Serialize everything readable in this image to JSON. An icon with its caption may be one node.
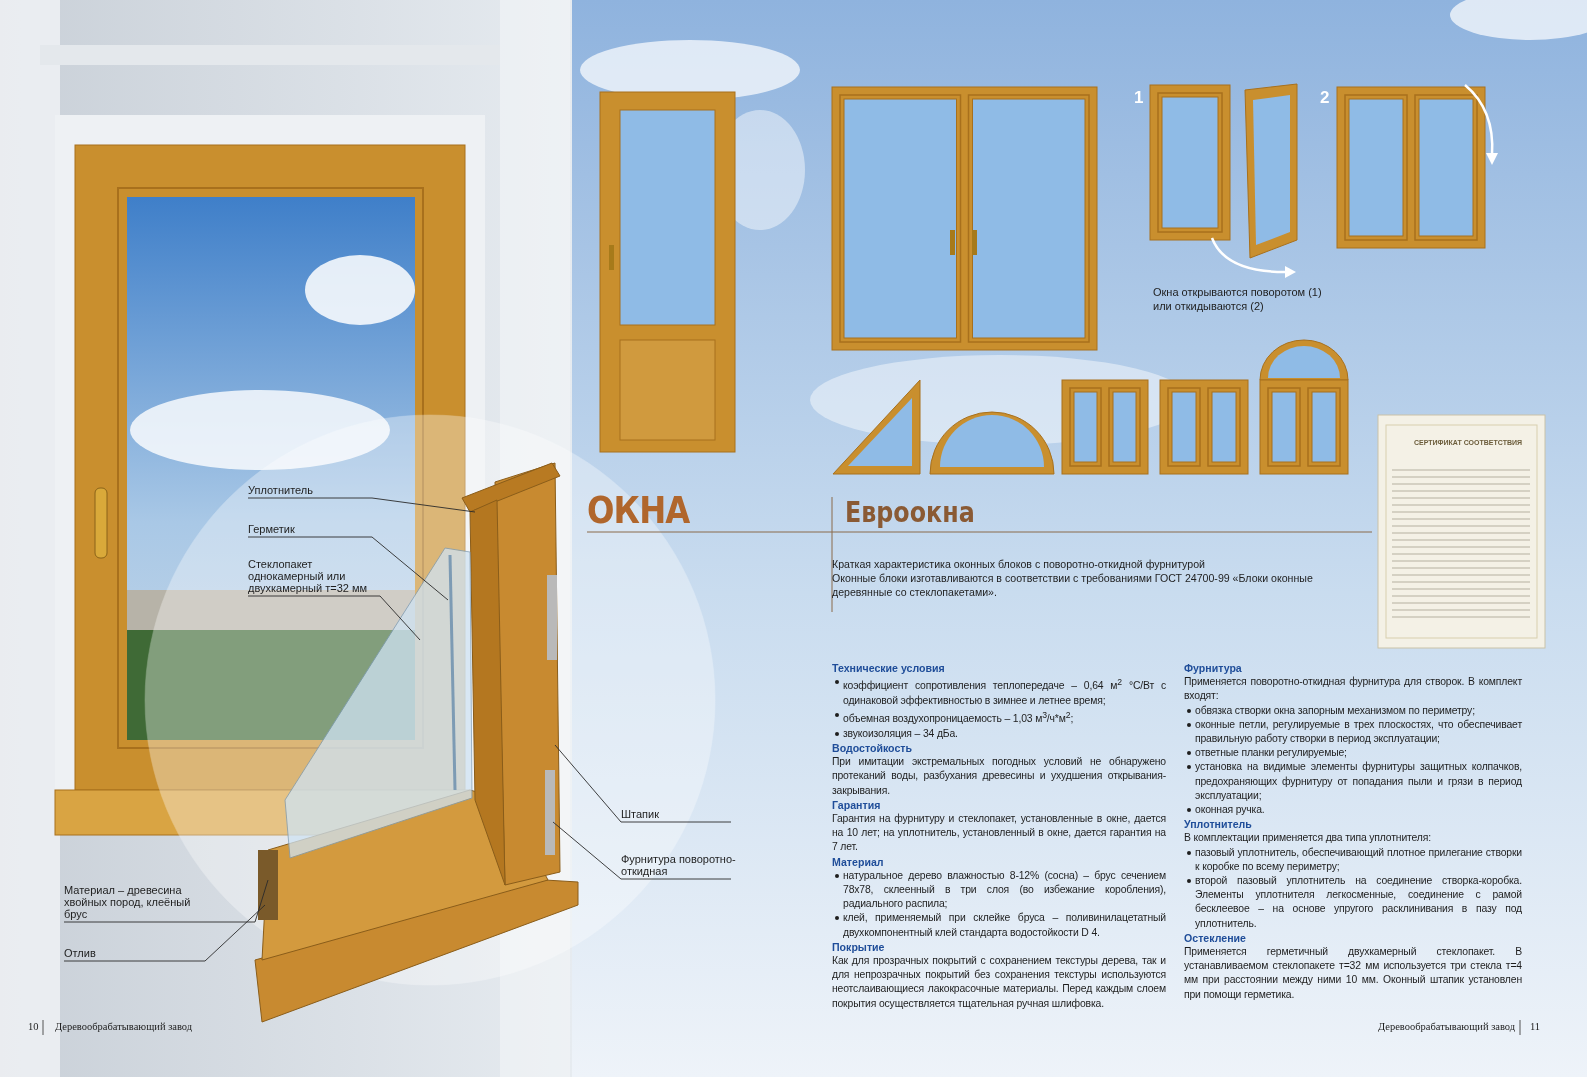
{
  "diagram": {
    "nodes": [
      {
        "text": [
          "Уплотнитель"
        ]
      },
      {
        "text": [
          "Герметик"
        ]
      },
      {
        "text": [
          "Стеклопакет однокамерный или двухкамерный т=32 мм"
        ]
      },
      {
        "text": [
          "Штапик"
        ]
      },
      {
        "text": [
          "Фурнитура поворотно-откидная"
        ]
      },
      {
        "text": [
          "Материал – древесина хвойных пород, клеёный брус"
        ]
      },
      {
        "text": [
          "Отлив"
        ]
      }
    ],
    "edges": [
      {
        "from": 0,
        "to": null,
        "arrow": "none"
      },
      {
        "from": 1,
        "to": null,
        "arrow": "none"
      },
      {
        "from": 2,
        "to": null,
        "arrow": "none"
      },
      {
        "from": 3,
        "to": null,
        "arrow": "none"
      },
      {
        "from": 4,
        "to": null,
        "arrow": "none"
      },
      {
        "from": 5,
        "to": null,
        "arrow": "none"
      },
      {
        "from": 6,
        "to": null,
        "arrow": "none"
      }
    ],
    "labels": [
      "ОКНА",
      "Евроокна",
      "1",
      "2",
      "Окна открываются поворотом (1) или откидываются (2)",
      "Краткая характеристика оконных блоков с поворотно-откидной фурнитурой",
      "Оконные блоки изготавливаются в соответствии с требованиями ГОСТ 24700-99 «Блоки оконные деревянные со стеклопакетами».",
      "Технические условия",
      "коэффициент сопротивления теплопередаче – 0,64 м$^{2}$ °С/Вт с одинаковой эффективностью в зимнее и летнее время;",
      "объемная воздухопроницаемость – 1,03 м$^{3}$/ч*м$^{2}$;",
      "звукоизоляция – 34 дБа.",
      "Водостойкость",
      "При имитации экстремальных погодных условий не обнаружено протеканий воды, разбухания древесины и ухудшения открывания-закрывания.",
      "Гарантия",
      "Гарантия на фурнитуру и стеклопакет, установленные в окне, дается на 10 лет; на уплотнитель, установленный в окне, дается гарантия на 7 лет.",
      "Материал",
      "натуральное дерево влажностью 8-12% (сосна) – брус сечением 78х78, склеенный в три слоя (во избежание коробления), радиального распила;",
      "клей, применяемый при склейке бруса – поливинилацетатный двухкомпонентный клей стандарта водостойкости D 4.",
      "Покрытие",
      "Как для прозрачных покрытий с сохранением текстуры дерева, так и для непрозрачных покрытий без сохранения текстуры используются неотслаивающиеся лакокрасочные материалы. Перед каждым слоем покрытия осуществляется тщательная ручная шлифовка.",
      "Фурнитура",
      "Применяется поворотно-откидная фурнитура для створок. В комплект входят:",
      "обвязка створки окна запорным механизмом по периметру;",
      "оконные петли, регулируемые в трех плоскостях, что обеспечивает правильную работу створки в период эксплуатации;",
      "ответные планки регулируемые;",
      "установка на видимые элементы фурнитуры защитных колпачков, предохраняющих фурнитуру от попадания пыли и грязи в период эксплуатации;",
      "оконная ручка.",
      "Уплотнитель",
      "В комплектации применяется два типа уплотнителя:",
      "пазовый уплотнитель, обеспечивающий плотное прилегание створки к коробке по всему периметру;",
      "второй пазовый уплотнитель на соединение створка-коробка. Элементы уплотнителя легкосменные, соединение с рамой бесклеевое – на основе упругого расклинивания в пазу под уплотнитель.",
      "Остекление",
      "Применяется герметичный двухкамерный стеклопакет. В устанавливаемом стеклопакете т=32 мм используется три стекла т=4 мм при расстоянии между ними 10 мм. Оконный штапик установлен при помощи герметика.",
      "10",
      "Деревообрабатывающий завод",
      "Деревообрабатывающий завод",
      "11",
      "СЕРТИФИКАТ СООТВЕТСТВИЯ"
    ]
  }
}
